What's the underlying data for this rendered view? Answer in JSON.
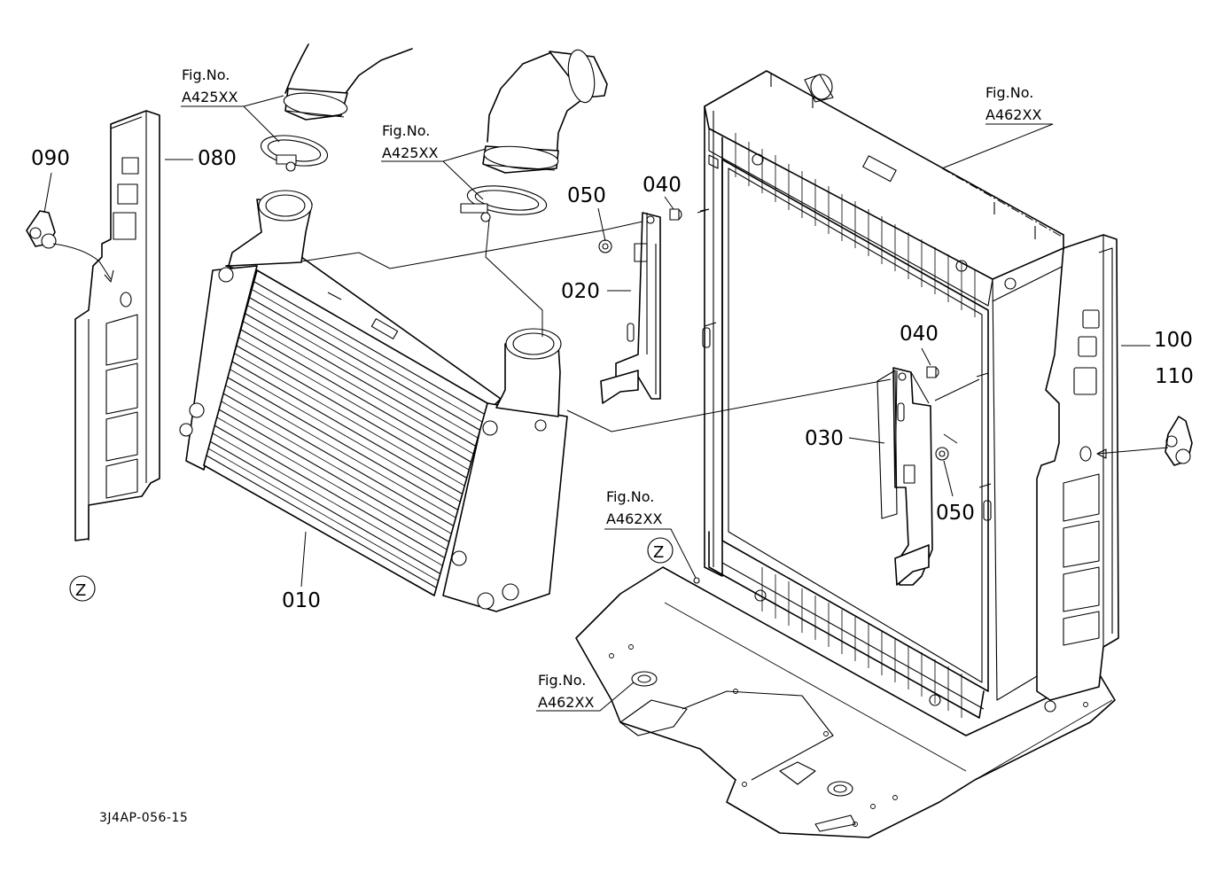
{
  "parts": {
    "p010": "010",
    "p020": "020",
    "p030": "030",
    "p040a": "040",
    "p040b": "040",
    "p050a": "050",
    "p050b": "050",
    "p080": "080",
    "p090": "090",
    "p100": "100",
    "p110": "110"
  },
  "refs": {
    "fig_label": "Fig.No.",
    "r1": "A425XX",
    "r2": "A425XX",
    "r3": "A462XX",
    "r4": "A462XX",
    "r5": "A462XX"
  },
  "view_marker": "Z",
  "drawing_code": "3J4AP-056-15"
}
